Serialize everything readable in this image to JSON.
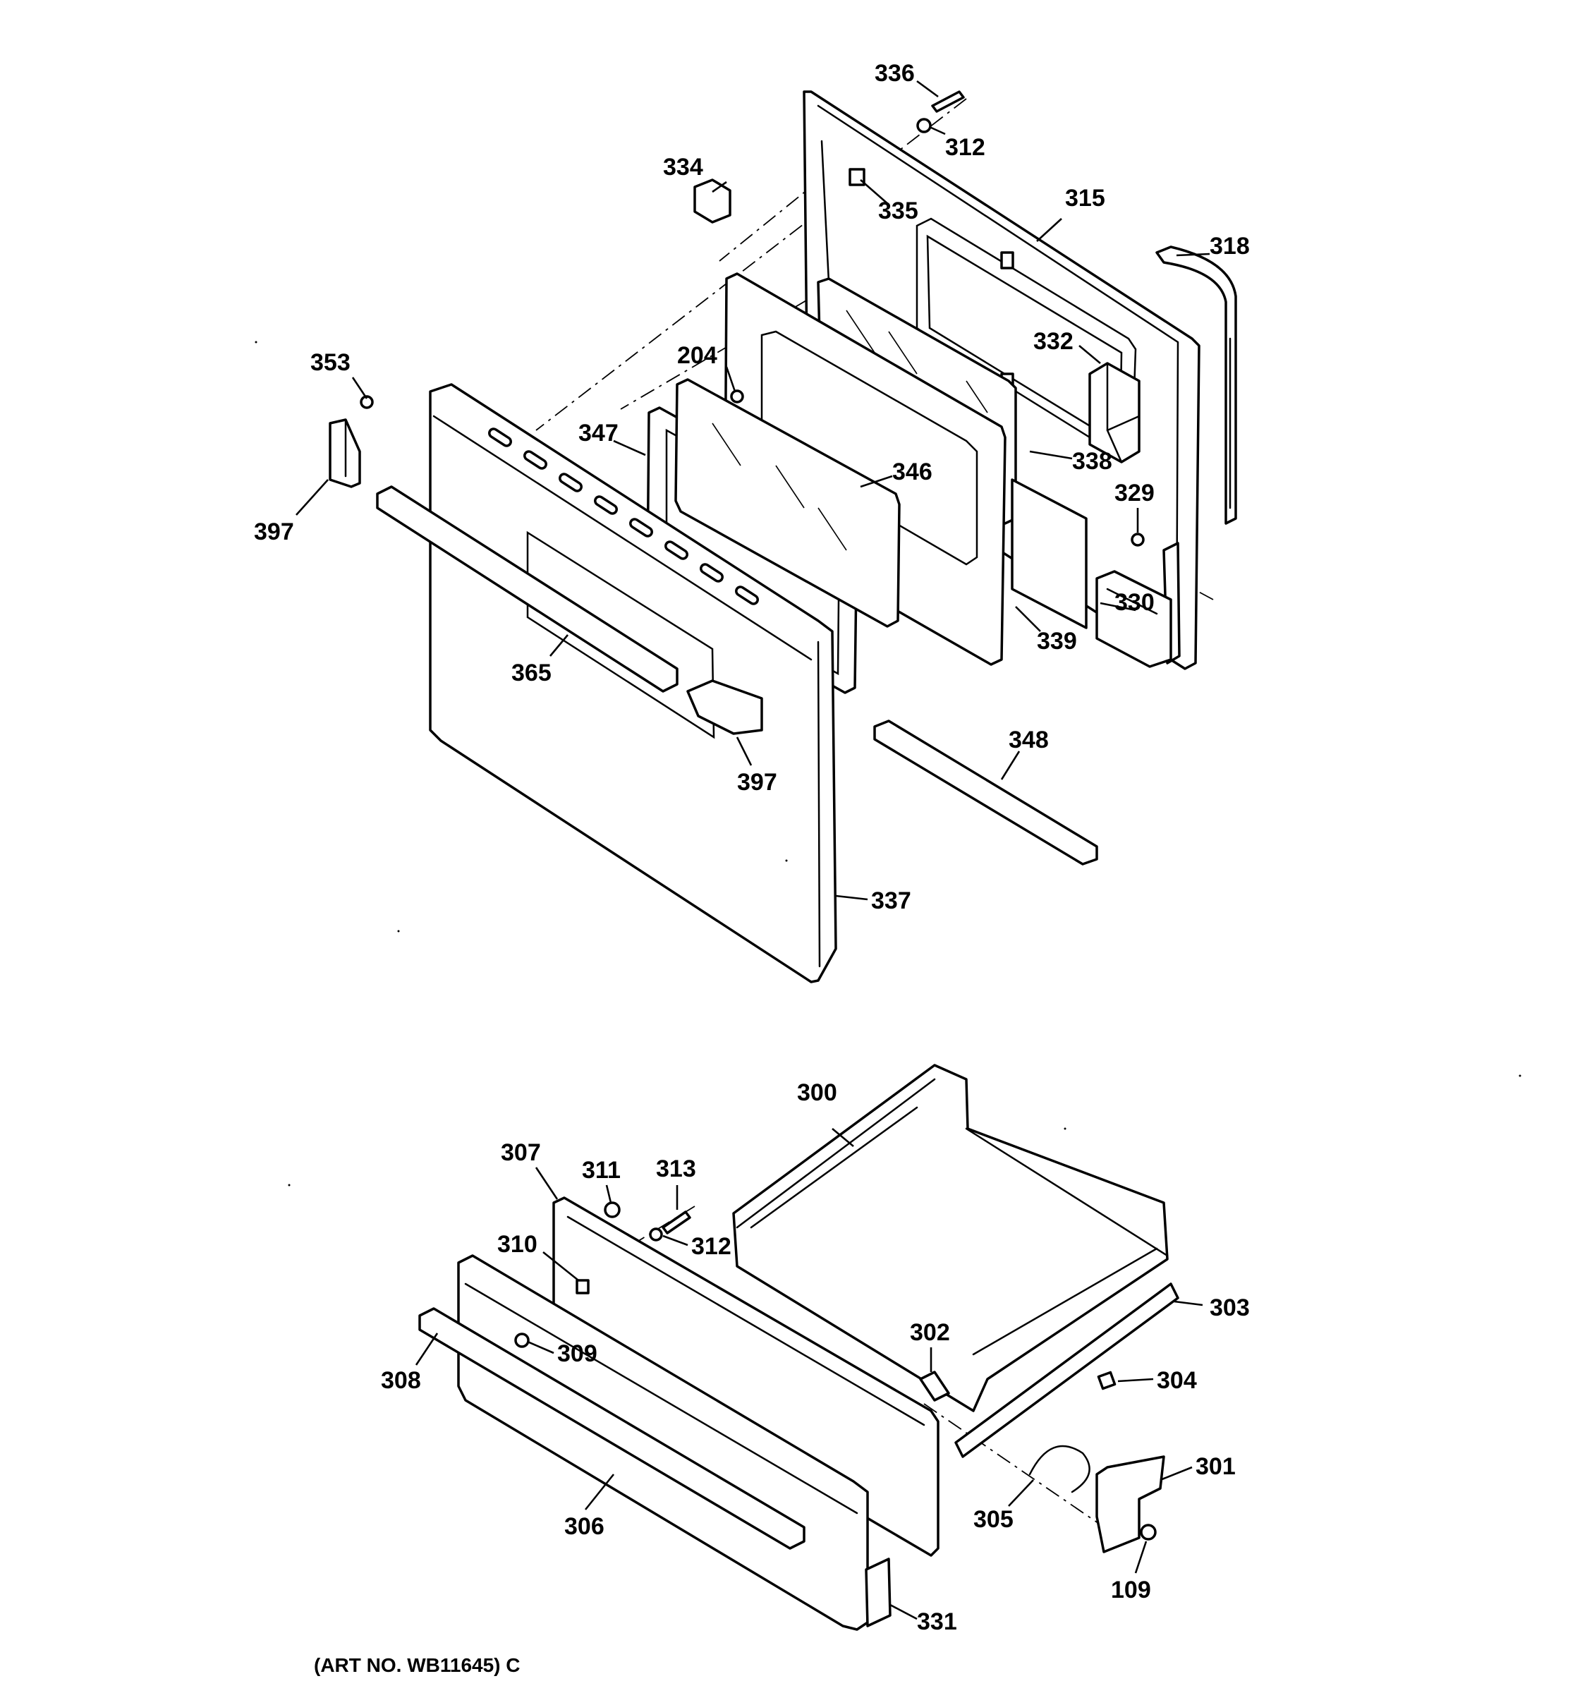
{
  "diagram": {
    "art_number": "(ART NO. WB11645) C",
    "callouts": {
      "c336": "336",
      "c312a": "312",
      "c334": "334",
      "c335": "335",
      "c315": "315",
      "c318": "318",
      "c332": "332",
      "c204": "204",
      "c353": "353",
      "c347": "347",
      "c346": "346",
      "c338": "338",
      "c329": "329",
      "c397a": "397",
      "c330": "330",
      "c339": "339",
      "c365": "365",
      "c397b": "397",
      "c348": "348",
      "c337": "337",
      "c300": "300",
      "c307": "307",
      "c311": "311",
      "c313": "313",
      "c312b": "312",
      "c310": "310",
      "c303": "303",
      "c302": "302",
      "c309": "309",
      "c304": "304",
      "c308": "308",
      "c301": "301",
      "c305": "305",
      "c306": "306",
      "c109": "109",
      "c331": "331"
    }
  }
}
